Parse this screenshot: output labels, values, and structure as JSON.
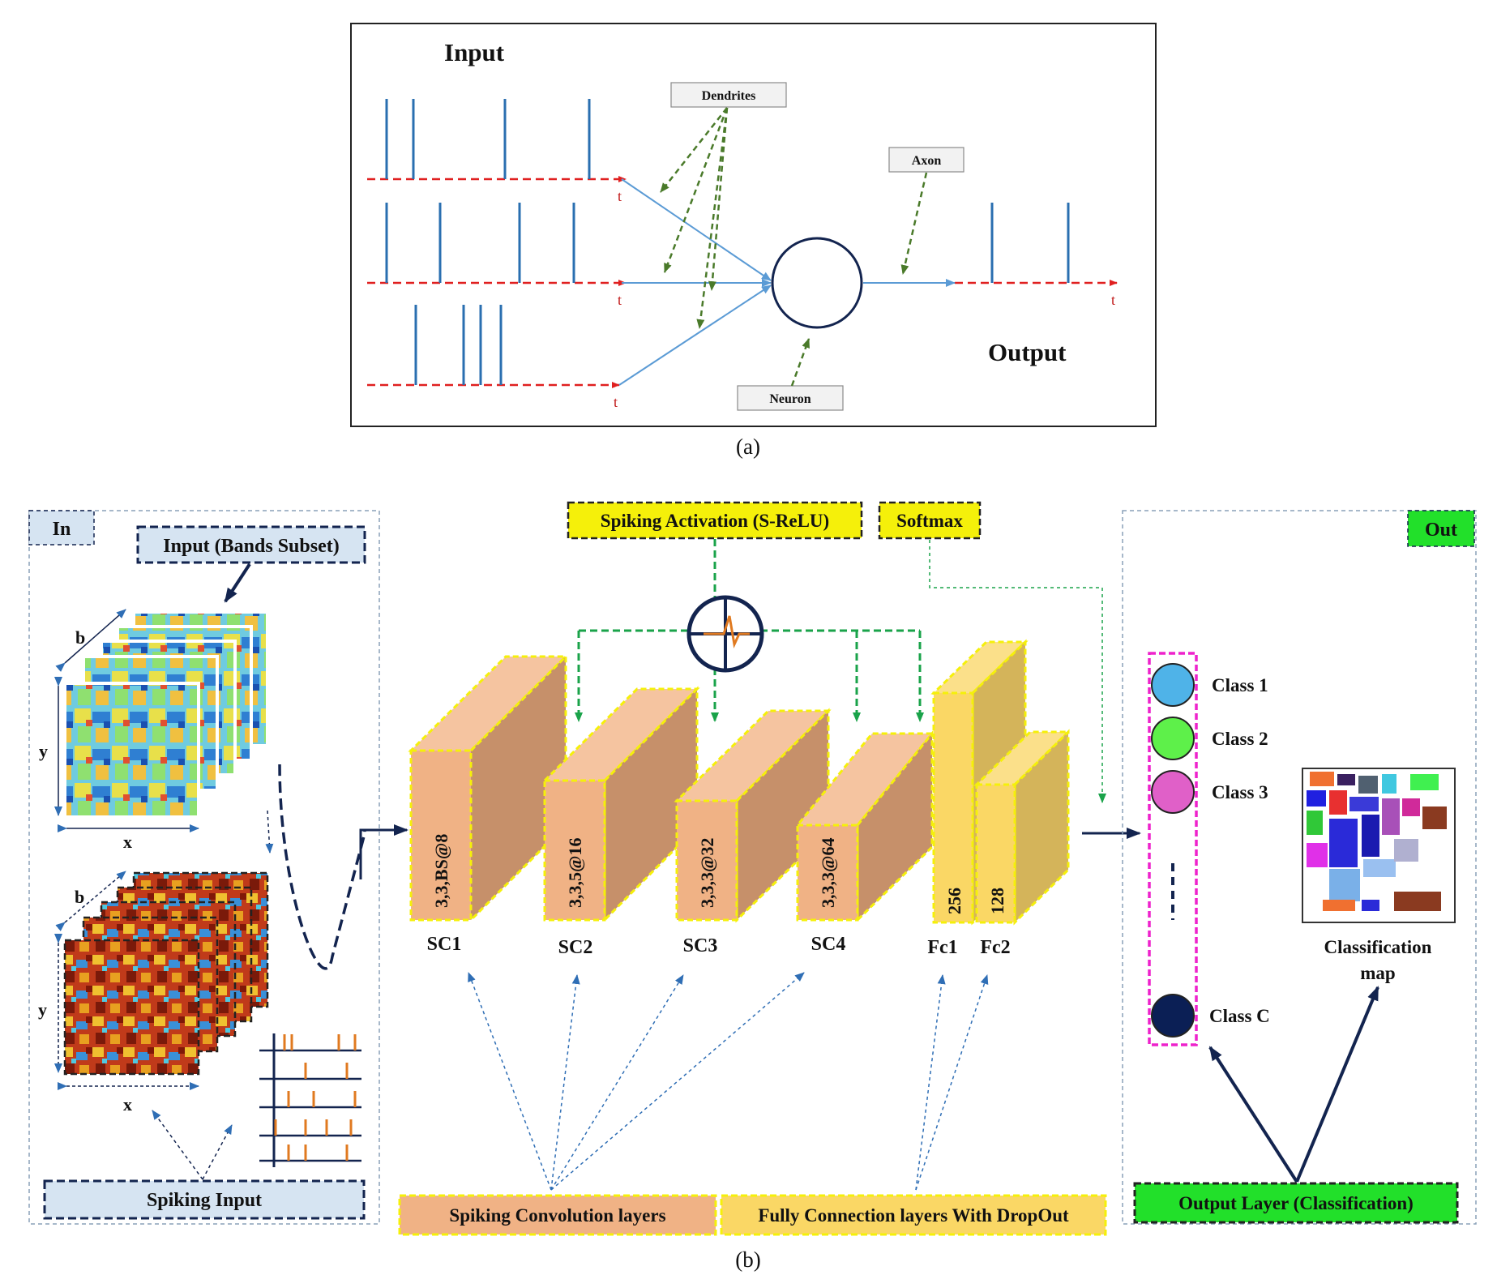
{
  "panel_a": {
    "input_label": "Input",
    "output_label": "Output",
    "time_label": "t",
    "dendrites_label": "Dendrites",
    "axon_label": "Axon",
    "neuron_label": "Neuron",
    "caption": "(a)"
  },
  "panel_b": {
    "caption": "(b)",
    "in_tag": "In",
    "out_tag": "Out",
    "input_bands_label": "Input (Bands Subset)",
    "spiking_input_label": "Spiking Input",
    "axis_b": "b",
    "axis_y": "y",
    "axis_x": "x",
    "spiking_activation_label": "Spiking Activation (S-ReLU)",
    "softmax_label": "Softmax",
    "layers": [
      {
        "name": "SC1",
        "spec": "3,3,BS@8"
      },
      {
        "name": "SC2",
        "spec": "3,3,5@16"
      },
      {
        "name": "SC3",
        "spec": "3,3,3@32"
      },
      {
        "name": "SC4",
        "spec": "3,3,3@64"
      },
      {
        "name": "Fc1",
        "spec": "256"
      },
      {
        "name": "Fc2",
        "spec": "128"
      }
    ],
    "conv_layers_label": "Spiking Convolution layers",
    "fc_layers_label": "Fully Connection layers With DropOut",
    "classes": [
      {
        "label": "Class 1",
        "color": "#4fb3e8"
      },
      {
        "label": "Class 2",
        "color": "#5ef04a"
      },
      {
        "label": "Class 3",
        "color": "#e060c8"
      },
      {
        "label": "Class C",
        "color": "#0b1f55"
      }
    ],
    "classification_map_label_line1": "Classification",
    "classification_map_label_line2": "map",
    "output_layer_label": "Output Layer (Classification)"
  }
}
